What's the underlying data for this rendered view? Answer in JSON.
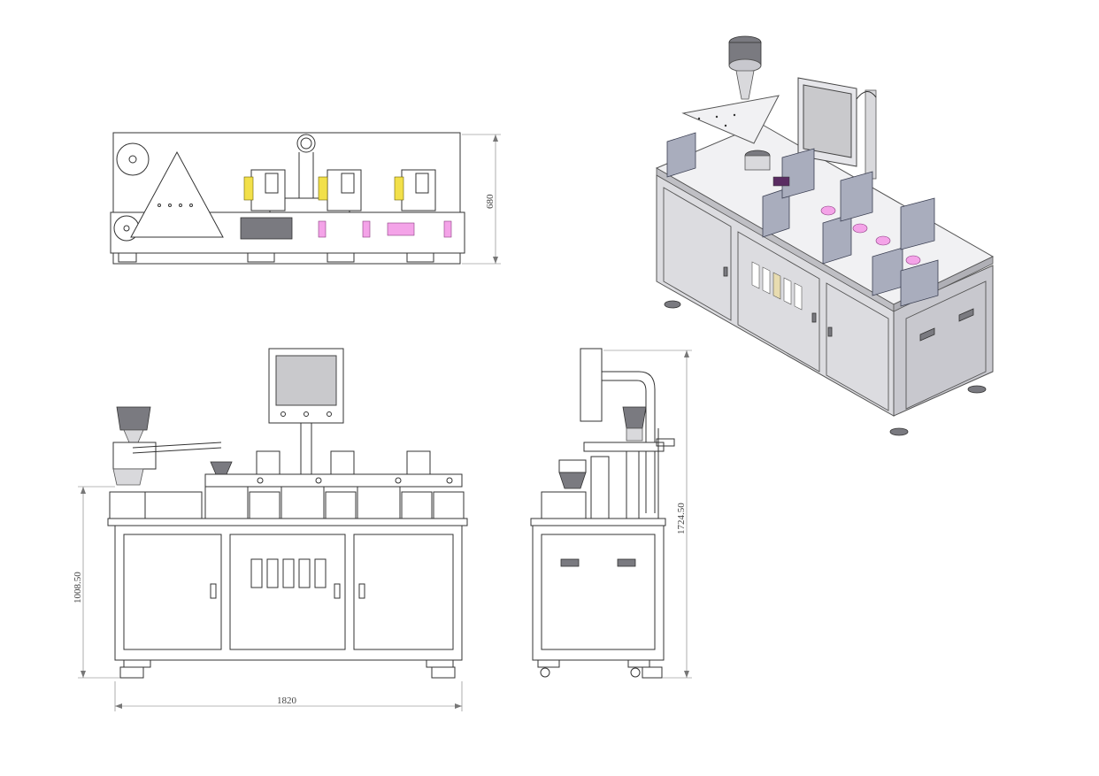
{
  "dimensions": {
    "top_view_depth": "680",
    "front_table_height": "1008.50",
    "front_width": "1820",
    "side_total_height": "1724.50"
  },
  "colors": {
    "line": "#333333",
    "pink_part": "#f4a3e8",
    "yellow_part": "#f2e04a",
    "iso_unit": "#a9adbd"
  }
}
